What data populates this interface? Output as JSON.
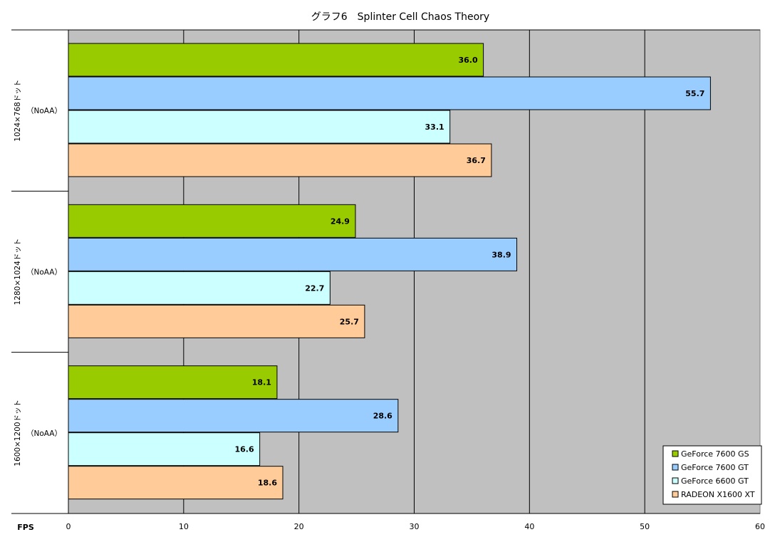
{
  "chart_data": {
    "type": "bar",
    "orientation": "horizontal",
    "title": "グラフ6　Splinter Cell Chaos Theory",
    "xlabel": "FPS",
    "ylabel": "",
    "xlim": [
      0,
      60
    ],
    "xticks": [
      0,
      10,
      20,
      30,
      40,
      50,
      60
    ],
    "grid": true,
    "legend_position": "bottom-right",
    "categories": [
      {
        "resolution": "1024×768ドット",
        "mode": "（NoAA）"
      },
      {
        "resolution": "1280×1024ドット",
        "mode": "（NoAA）"
      },
      {
        "resolution": "1600×1200ドット",
        "mode": "（NoAA）"
      }
    ],
    "series": [
      {
        "name": "GeForce 7600 GS",
        "color": "#99CC00",
        "values": [
          36.0,
          24.9,
          18.1
        ]
      },
      {
        "name": "GeForce 7600 GT",
        "color": "#99CCFF",
        "values": [
          55.7,
          38.9,
          28.6
        ]
      },
      {
        "name": "GeForce 6600 GT",
        "color": "#CCFFFF",
        "values": [
          33.1,
          22.7,
          16.6
        ]
      },
      {
        "name": "RADEON X1600 XT",
        "color": "#FFCC99",
        "values": [
          36.7,
          25.7,
          18.6
        ]
      }
    ],
    "plot_background": "#C0C0C0"
  }
}
